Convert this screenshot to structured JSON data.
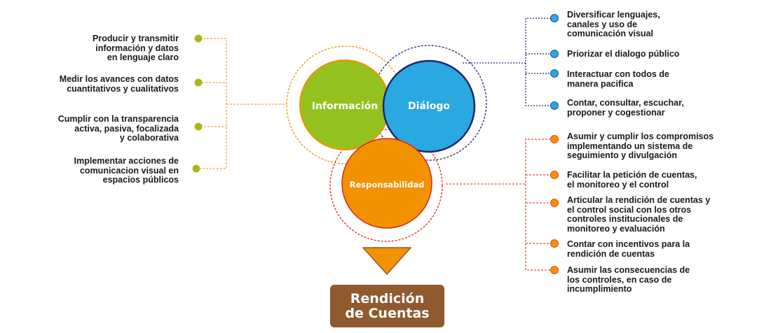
{
  "colors": {
    "green": "#95c11f",
    "blue": "#2aa8e2",
    "navy": "#1e2a6b",
    "orange": "#f39200",
    "brown": "#8e5a2e"
  },
  "circles": {
    "informacion": "Información",
    "dialogo": "Diálogo",
    "responsabilidad": "Responsabilidad"
  },
  "result_box": "Rendición\nde Cuentas",
  "left_items": [
    "Producir y transmitir\ninformación y datos\nen lenguaje claro",
    "Medir los avances con datos\ncuantitativos y cualitativos",
    "Cumplir con la transparencia\nactiva, pasiva, focalizada\ny colaborativa",
    "Implementar acciones de\ncomunicacion visual en\nespacios públicos"
  ],
  "right_top_items": [
    "Diversificar lenguajes,\ncanales y uso de\ncomunicación visual",
    "Priorizar el dialogo público",
    "Interactuar con todos de\nmanera pacifica",
    "Contar, consultar, escuchar,\nproponer y cogestionar"
  ],
  "right_bottom_items": [
    "Asumir y cumplir los compromisos\nimplementando un sistema de\nseguimiento y divulgación",
    "Facilitar la petición de cuentas,\nel monitoreo y el control",
    "Articular la rendición de cuentas y\nel control social con los otros\ncontroles institucionales de\nmonitoreo y evaluación",
    "Contar con incentivos para la\nrendición de cuentas",
    "Asumir las consecuencias de\nlos controles, en caso de\nincumplimiento"
  ]
}
